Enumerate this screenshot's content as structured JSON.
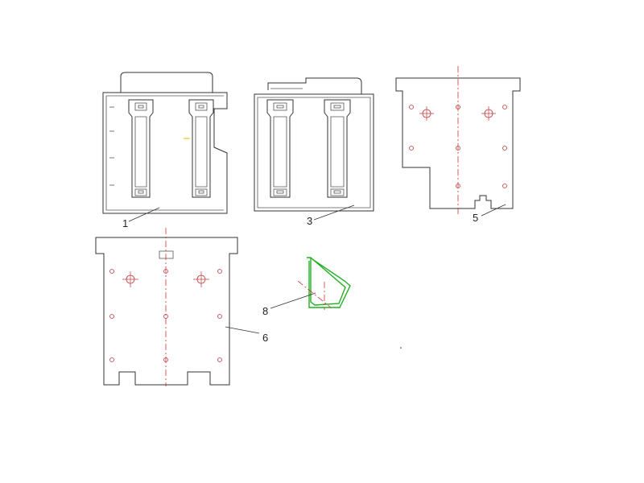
{
  "diagram": {
    "labels": {
      "part1": "1",
      "part3": "3",
      "part5": "5",
      "part6": "6",
      "part8": "8"
    },
    "colors": {
      "outline": "#333333",
      "center_line": "#d03030",
      "holes": "#c23a3a",
      "profile": "#22b022"
    }
  }
}
